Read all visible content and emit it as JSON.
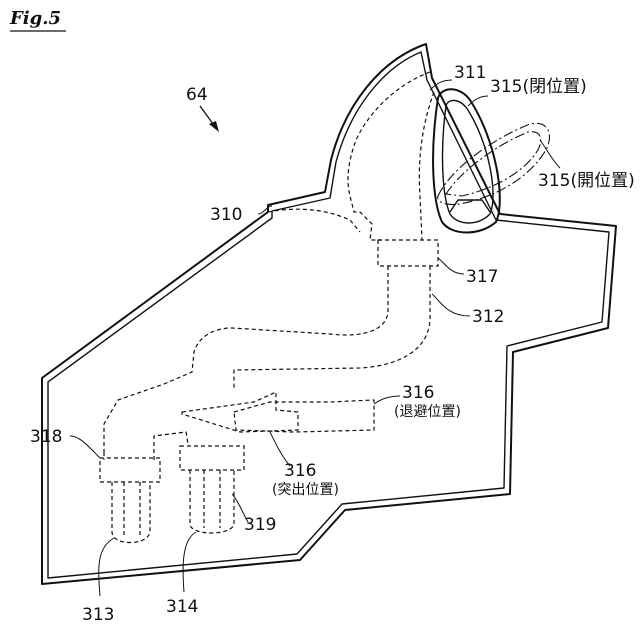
{
  "figure": {
    "title": "Fig.5",
    "assembly_ref": "64"
  },
  "labels": {
    "l310": "310",
    "l311": "311",
    "l312": "312",
    "l313": "313",
    "l314": "314",
    "l315_closed": "315(閉位置)",
    "l315_open": "315(開位置)",
    "l316_retracted_num": "316",
    "l316_retracted_text": "(退避位置)",
    "l316_protruded_num": "316",
    "l316_protruded_text": "(突出位置)",
    "l317": "317",
    "l318": "318",
    "l319": "319"
  }
}
